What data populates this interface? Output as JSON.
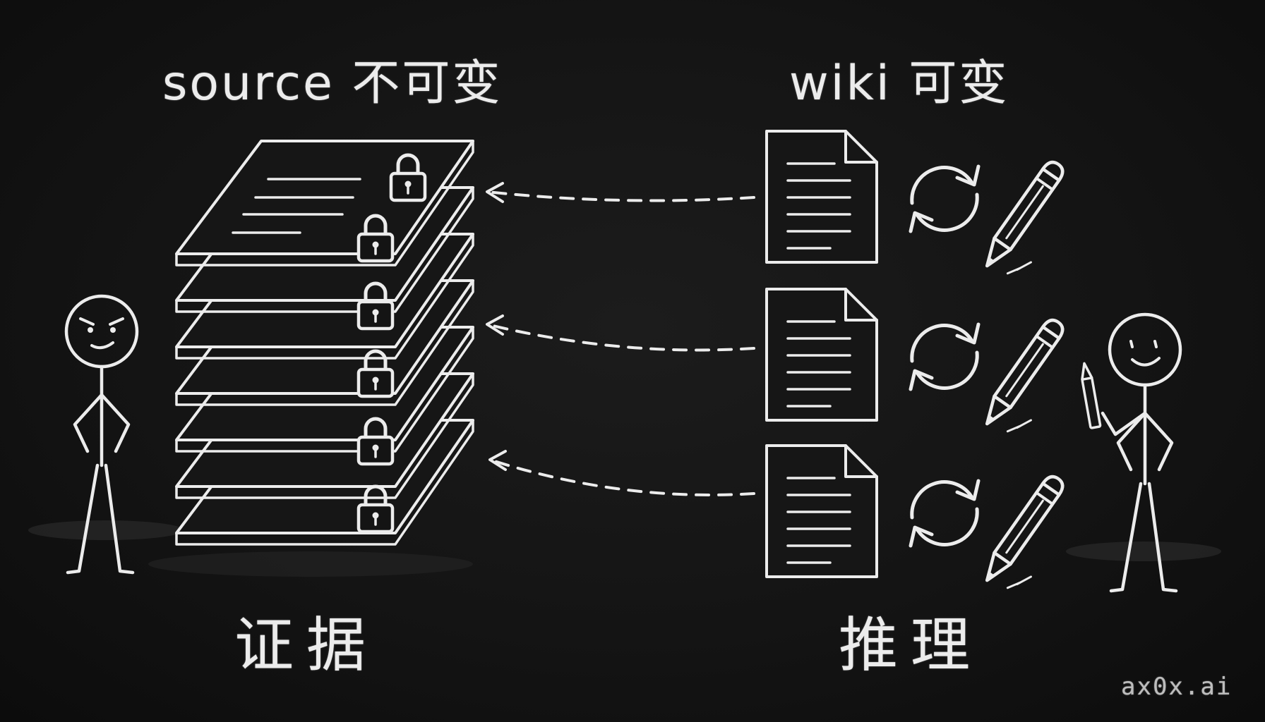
{
  "labels": {
    "source_title": "source 不可变",
    "wiki_title": "wiki 可变",
    "source_caption": "证据",
    "wiki_caption": "推理",
    "watermark": "ax0x.ai"
  },
  "diagram": {
    "source_stack": {
      "sheets": 7,
      "locks": 6
    },
    "wiki_pages": 3,
    "links": 3
  },
  "icons": [
    "lock-icon",
    "document-icon",
    "refresh-icon",
    "pencil-icon",
    "stick-figure"
  ],
  "colors": {
    "board": "#141414",
    "chalk": "#ececec"
  }
}
